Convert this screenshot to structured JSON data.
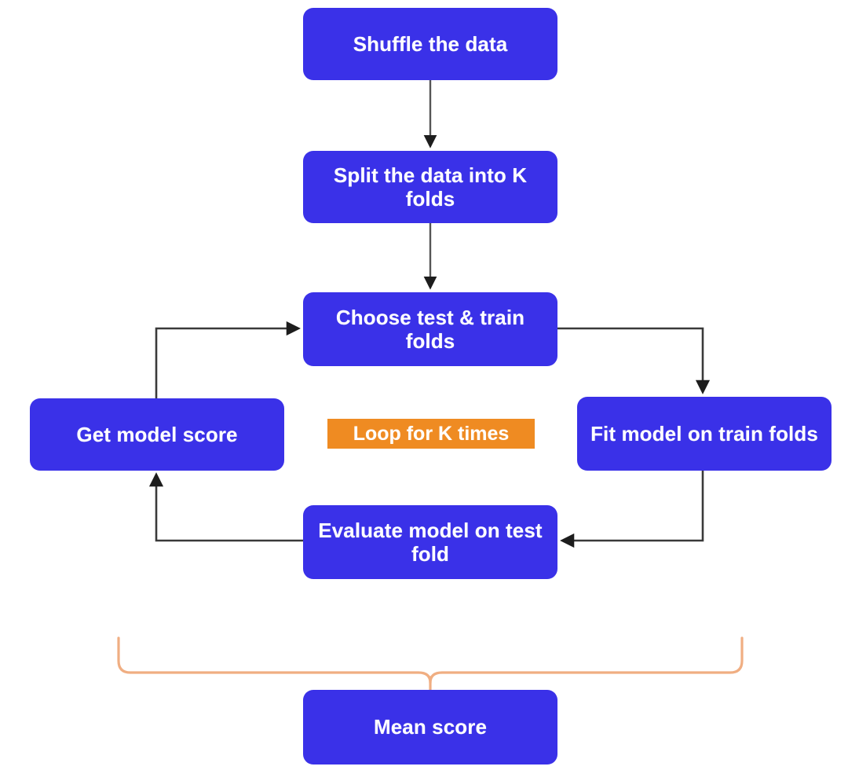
{
  "diagram": {
    "title": "K-Fold Cross Validation flowchart",
    "colors": {
      "node_fill": "#3a31e8",
      "node_text": "#ffffff",
      "badge_fill": "#ef8b22",
      "badge_text": "#ffffff",
      "edge_stroke": "#444444",
      "brace_stroke": "#f0ae82",
      "background": "#ffffff"
    },
    "nodes": [
      {
        "id": "shuffle",
        "label": "Shuffle the data"
      },
      {
        "id": "split",
        "label": "Split the data into K folds"
      },
      {
        "id": "choose",
        "label": "Choose test & train folds"
      },
      {
        "id": "get_score",
        "label": "Get model score"
      },
      {
        "id": "fit",
        "label": "Fit model on train folds"
      },
      {
        "id": "evaluate",
        "label": "Evaluate model on test fold"
      },
      {
        "id": "mean",
        "label": "Mean score"
      }
    ],
    "badge": {
      "label": "Loop for K times"
    },
    "edges": [
      {
        "from": "shuffle",
        "to": "split",
        "kind": "straight-down"
      },
      {
        "from": "split",
        "to": "choose",
        "kind": "straight-down"
      },
      {
        "from": "choose",
        "to": "fit",
        "kind": "right-then-down"
      },
      {
        "from": "fit",
        "to": "evaluate",
        "kind": "down-then-left"
      },
      {
        "from": "evaluate",
        "to": "get_score",
        "kind": "left-then-up"
      },
      {
        "from": "get_score",
        "to": "choose",
        "kind": "up-then-right"
      }
    ],
    "brace": {
      "spans": [
        "get_score",
        "fit"
      ],
      "points_to": "mean"
    }
  }
}
